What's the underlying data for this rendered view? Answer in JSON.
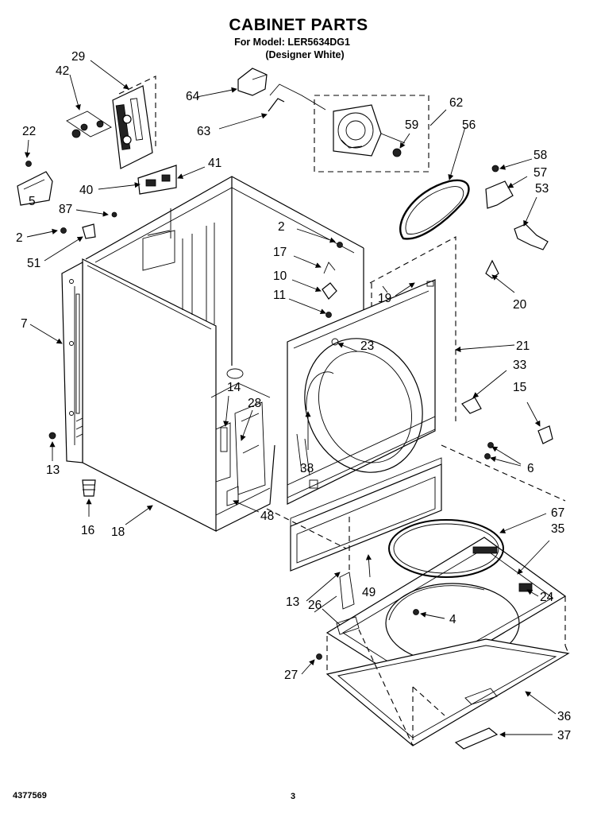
{
  "header": {
    "title": "CABINET PARTS",
    "subtitle": "For Model: LER5634DG1",
    "variant": "(Designer White)"
  },
  "footer": {
    "doc_number": "4377569",
    "page_number": "3"
  },
  "callouts": {
    "c2a": "2",
    "c2b": "2",
    "c4": "4",
    "c5": "5",
    "c6": "6",
    "c7": "7",
    "c10": "10",
    "c11": "11",
    "c13a": "13",
    "c13b": "13",
    "c14": "14",
    "c15": "15",
    "c16": "16",
    "c17": "17",
    "c18": "18",
    "c19": "19",
    "c20": "20",
    "c21": "21",
    "c22": "22",
    "c23": "23",
    "c24": "24",
    "c26": "26",
    "c27": "27",
    "c28": "28",
    "c29": "29",
    "c33": "33",
    "c35": "35",
    "c36": "36",
    "c37": "37",
    "c38": "38",
    "c40": "40",
    "c41": "41",
    "c42": "42",
    "c48": "48",
    "c49": "49",
    "c51": "51",
    "c53": "53",
    "c56": "56",
    "c57": "57",
    "c58": "58",
    "c59": "59",
    "c62": "62",
    "c63": "63",
    "c64": "64",
    "c67": "67",
    "c87": "87"
  }
}
